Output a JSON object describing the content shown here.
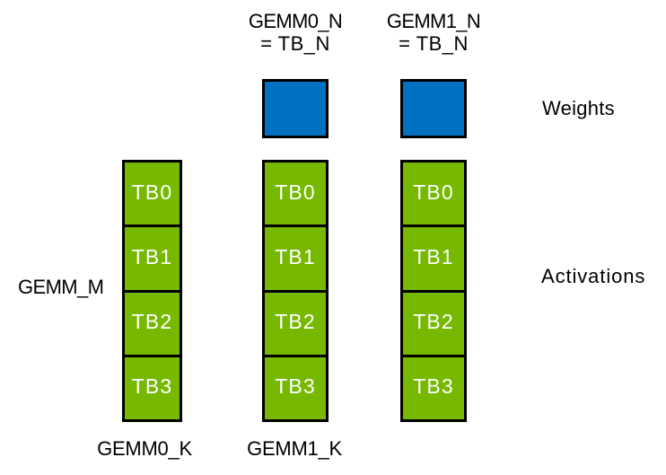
{
  "diagram": {
    "title_labels": {
      "gemm0_n_line1": "GEMM0_N",
      "gemm0_n_line2": "= TB_N",
      "gemm1_n_line1": "GEMM1_N",
      "gemm1_n_line2": "= TB_N"
    },
    "side_labels": {
      "weights": "Weights",
      "activations": "Activations",
      "gemm_m": "GEMM_M"
    },
    "bottom_labels": {
      "gemm0_k": "GEMM0_K",
      "gemm1_k": "GEMM1_K"
    },
    "columns": [
      {
        "name": "gemm0-activation-column",
        "blocks": [
          "TB0",
          "TB1",
          "TB2",
          "TB3"
        ]
      },
      {
        "name": "gemm1-activation-column",
        "blocks": [
          "TB0",
          "TB1",
          "TB2",
          "TB3"
        ]
      },
      {
        "name": "output-activation-column",
        "blocks": [
          "TB0",
          "TB1",
          "TB2",
          "TB3"
        ]
      }
    ],
    "weights_boxes_count": 2,
    "colors": {
      "activation_green": "#76b900",
      "weights_blue": "#0070c0",
      "outline_black": "#000000",
      "block_text_white": "#ffffff",
      "label_text_black": "#000000",
      "background_white": "#ffffff"
    }
  }
}
